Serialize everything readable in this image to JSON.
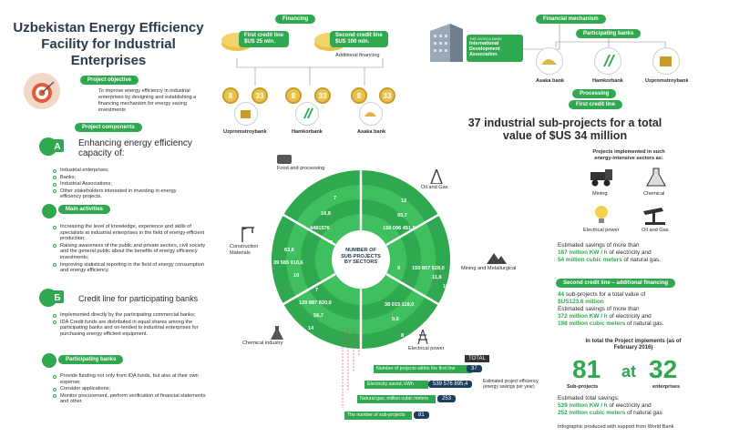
{
  "title": "Uzbekistan Energy Efficiency Facility for Industrial Enterprises",
  "objective": {
    "label": "Project objective",
    "text": "To improve energy efficiency in industrial enterprises by designing and establishing a financing mechanism for energy saving investments"
  },
  "components": {
    "label": "Project components",
    "a_title": "Enhancing energy efficiency capacity of:",
    "a_letter": "A",
    "a_items": [
      "Industrial enterprises;",
      "Banks;",
      "Industrial Associations;",
      "Other stakeholders interested in investing in energy efficiency projects."
    ],
    "main_label": "Main activities",
    "main_items": [
      "Increasing the level of knowledge, experience and skills of specialists at industrial enterprises in the field of energy-efficient production;",
      "Raising awareness of the public and private sectors, civil society and the general public about the benefits of energy efficiency investments;",
      "Improving statistical reporting in the field of energy consumption and energy efficiency."
    ],
    "b_letter": "Б",
    "b_title": "Credit line for participating banks",
    "b_items": [
      "Implemented directly by the participating commercial banks;",
      "IDA Credit funds are distributed in equal shares among the participating banks and on-lended to industrial enterprises for purchasing energy efficient equipment."
    ],
    "banks_label": "Participating banks",
    "banks_items": [
      "Provide funding not only from IDA funds, but also at their own expense;",
      "Consider applications;",
      "Monitor procurement, perform verification of financial statements and other."
    ]
  },
  "financing": {
    "label": "Financing",
    "first_line": "First credit line",
    "first_amount": "$US 25 mln.",
    "second_line": "Second credit line",
    "second_amount": "$US 100 mln.",
    "additional": "Additional financing",
    "coin_values": [
      "8",
      "33",
      "8",
      "33",
      "8",
      "33"
    ],
    "banks": [
      "Uzpromstroybank",
      "Hamkorbank",
      "Asaka bank"
    ]
  },
  "mechanism": {
    "label": "Financial mechanism",
    "wb_name": "THE WORLD BANK",
    "ida": "International Development Association",
    "participating": "Participating banks",
    "banks": [
      "Asaka bank",
      "Hamkorbank",
      "Uzpromstroybank"
    ],
    "processing": "Processing",
    "first_line": "First credit line"
  },
  "headline": "37 industrial sub-projects for a total value of $US 34 million",
  "sectors": {
    "intro": "Projects implemented in such energy-intensive sectors as:",
    "items": [
      "Mining",
      "Chemical",
      "Electrical power",
      "Oil and Gas"
    ]
  },
  "savings1": {
    "text": "Estimated savings of more than",
    "kw": "167 million KW / h",
    "kw_tail": "of electricity and",
    "gas": "54 million cubic meters",
    "gas_tail": "of natural gas."
  },
  "second_line_label": "Second credit line – additional financing",
  "savings2": {
    "count": "44",
    "count_text": "sub-projects for a total value of",
    "value": "$US123.6 million",
    "more": "Estimated savings of more than",
    "kw": "372 million KW / h",
    "kw_tail": "of electricity and",
    "gas": "198 million cubic meters",
    "gas_tail": "of natural gas."
  },
  "total": {
    "heading": "In total the Project implements (as of February 2016)",
    "left_num": "81",
    "at": "at",
    "right_num": "32",
    "left_label": "Sub-projects",
    "right_label": "enterprises",
    "savings": "Estimated total savings:",
    "kw": "539 million KW / h",
    "kw_tail": "of electricity and",
    "gas": "252 million cubic meters",
    "gas_tail": "of natural gas"
  },
  "footer": "Infographic produced with support from World Bank",
  "wheel": {
    "center": "NUMBER OF SUB-PROJECTS BY SECTORS",
    "sector_labels": [
      "Food and processing",
      "Oil and Gas",
      "Mining and Metallurgical",
      "Electrical power",
      "Chemical industry",
      "Construction Materials"
    ],
    "values": [
      "7",
      "16,9",
      "4481576",
      "7",
      "12",
      "95,7",
      "156 096 451,0",
      "9",
      "150 807 528,0",
      "11,8",
      "19",
      "38 015 118,0",
      "0,0",
      "8",
      "14",
      "56,7",
      "129 887 820,0",
      "7",
      "63,6",
      "39 585 010,6",
      "10",
      "9"
    ]
  },
  "legend": {
    "total_label": "TOTAL",
    "rows": [
      {
        "label": "Number of projects within the first line",
        "value": "37"
      },
      {
        "label": "Electricity saved, kWh",
        "value": "539 576 895,4"
      },
      {
        "label": "Natural gas, million cubic meters",
        "value": "253"
      },
      {
        "label": "The number of sub-projects",
        "value": "81"
      }
    ],
    "note": "Estimated project efficiency (energy savings per year)"
  }
}
